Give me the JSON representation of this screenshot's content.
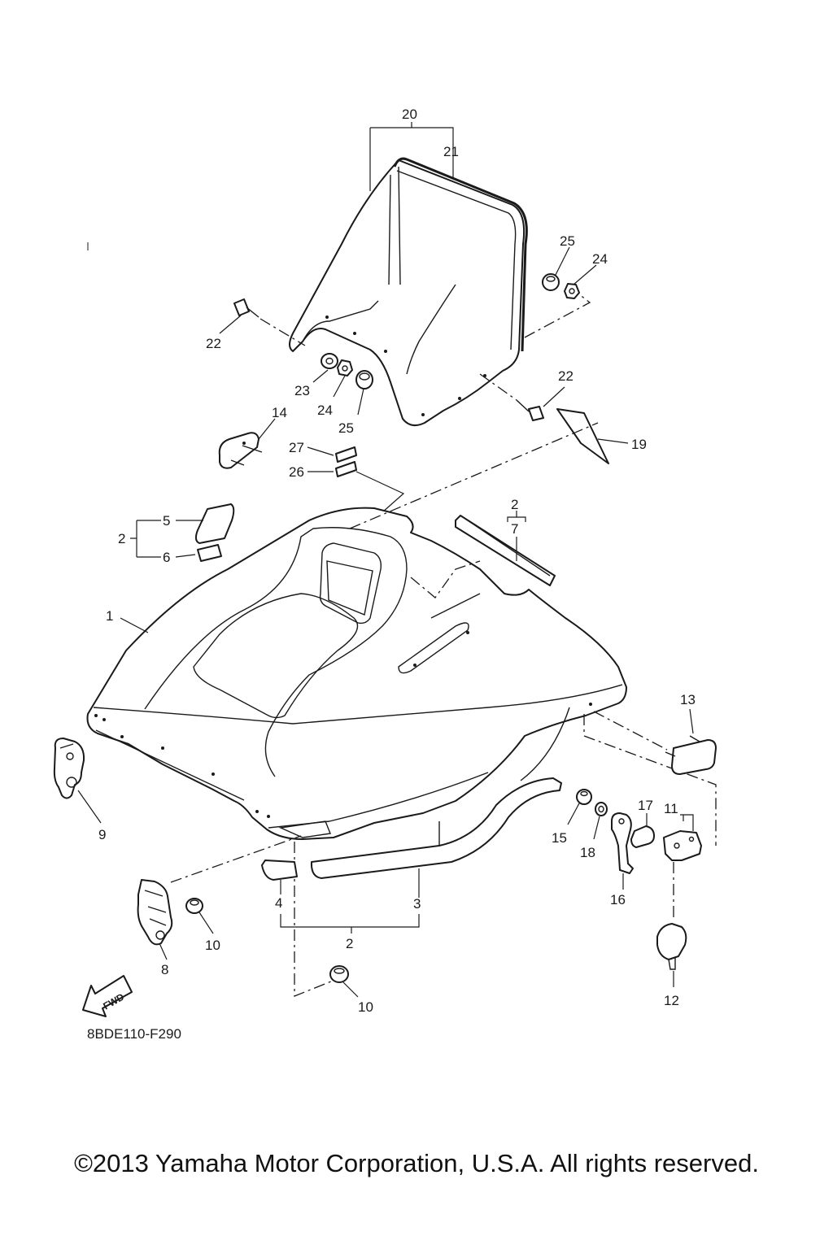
{
  "diagram": {
    "drawing_code": "8BDE110-F290",
    "copyright": "©2013 Yamaha Motor Corporation, U.S.A. All rights reserved.",
    "fwd_label": "FWD",
    "callouts": {
      "c1": "1",
      "c2a": "2",
      "c2b": "2",
      "c2c": "2",
      "c3": "3",
      "c4": "4",
      "c5": "5",
      "c6": "6",
      "c7": "7",
      "c8": "8",
      "c9": "9",
      "c10a": "10",
      "c10b": "10",
      "c11": "11",
      "c12": "12",
      "c13": "13",
      "c14": "14",
      "c15": "15",
      "c16": "16",
      "c17": "17",
      "c18": "18",
      "c19": "19",
      "c20": "20",
      "c21": "21",
      "c22a": "22",
      "c22b": "22",
      "c23": "23",
      "c24a": "24",
      "c24b": "24",
      "c25a": "25",
      "c25b": "25",
      "c26": "26",
      "c27": "27"
    }
  }
}
